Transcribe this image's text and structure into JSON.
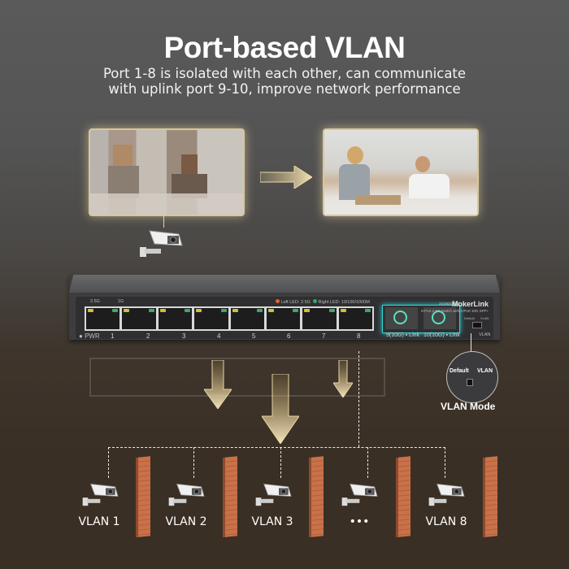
{
  "header": {
    "title": "Port-based VLAN",
    "subtitle_line1": "Port 1-8 is isolated with each other, can communicate",
    "subtitle_line2": "with uplink port 9-10, improve network performance"
  },
  "comparison": {
    "before_image": "pixelated-children-photo",
    "after_image": "clear-children-photo",
    "arrow": "arrow-right-icon"
  },
  "switch": {
    "brand": "MokerLink",
    "model": "2G08210GS",
    "model_desc": "8-Port 2.5G Switch with 2-Port 10G SFP+",
    "speed_labels": [
      "2.5G",
      "1G"
    ],
    "led_legend_left": "Left LED: 2.5G",
    "led_legend_right": "Right LED: 10/100/1000M",
    "led_left_color": "#e0623a",
    "led_right_color": "#2fa871",
    "power_label": "PWR",
    "ports": [
      "1",
      "2",
      "3",
      "4",
      "5",
      "6",
      "7",
      "8"
    ],
    "sfp_ports": [
      "9(10G)",
      "10(10G)"
    ],
    "sfp_link_label": "Link",
    "switch_labels": {
      "default": "Default",
      "vlan": "VLAN"
    },
    "switch_bottom_label": "VLAN",
    "sfp_highlight_color": "#2ed6d6"
  },
  "mode": {
    "callout_default": "Default",
    "callout_vlan": "VLAN",
    "label": "VLAN Mode"
  },
  "vlans": [
    {
      "label": "VLAN 1"
    },
    {
      "label": "VLAN 2"
    },
    {
      "label": "VLAN 3"
    },
    {
      "label": "•••"
    },
    {
      "label": "VLAN 8"
    }
  ]
}
